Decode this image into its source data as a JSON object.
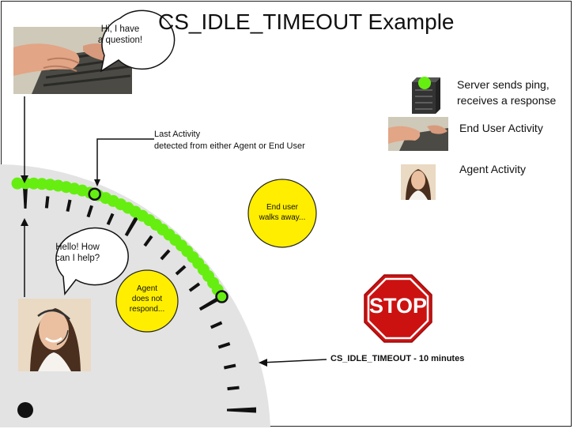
{
  "title": "CS_IDLE_TIMEOUT Example",
  "bubble_user": [
    "Hi,  I have",
    "a question!"
  ],
  "bubble_agent": [
    "Hello! How",
    "can I help?"
  ],
  "last_activity": [
    "Last Activity",
    "detected from either Agent or End User"
  ],
  "timeout_label": "CS_IDLE_TIMEOUT - 10 minutes",
  "agent_no_respond": [
    "Agent",
    "does not",
    "respond..."
  ],
  "user_walks_away": [
    "End user",
    "walks away..."
  ],
  "stop_sign": "STOP",
  "legend": {
    "server": [
      "Server sends ping,",
      "receives a response"
    ],
    "end_user": "End User Activity",
    "agent": "Agent Activity"
  },
  "colors": {
    "ping_green": "#66ee11",
    "bubble_yellow": "#ffee00",
    "stop_red": "#dd1111",
    "dial_gray": "#e3e3e3"
  },
  "icons": [
    "server-icon",
    "keyboard-hands-photo",
    "agent-headset-photo",
    "stop-sign-icon"
  ]
}
